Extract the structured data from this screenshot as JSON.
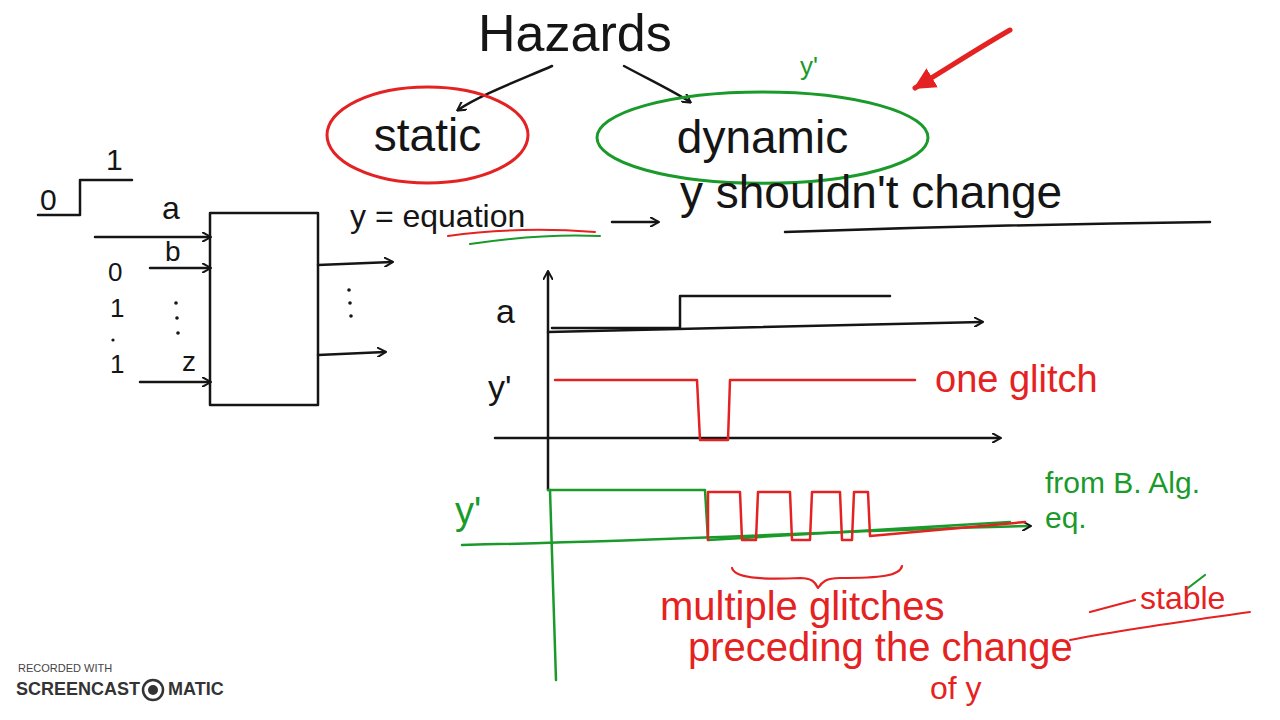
{
  "diagram": {
    "title": "Hazards",
    "nodes": [
      {
        "text": [
          "static"
        ]
      },
      {
        "text": [
          "dynamic"
        ]
      }
    ],
    "labels": [
      "y'",
      "0",
      "1",
      "a",
      "0",
      "b",
      "1",
      "1",
      "z",
      "y = equation",
      "y shouldn't change",
      "a",
      "y'",
      "one glitch",
      "y'",
      "from B. Alg. eq.",
      "multiple glitches",
      "stable",
      "preceding the change",
      "of y",
      "RECORDED WITH",
      "SCREENCAST",
      "MATIC"
    ]
  }
}
